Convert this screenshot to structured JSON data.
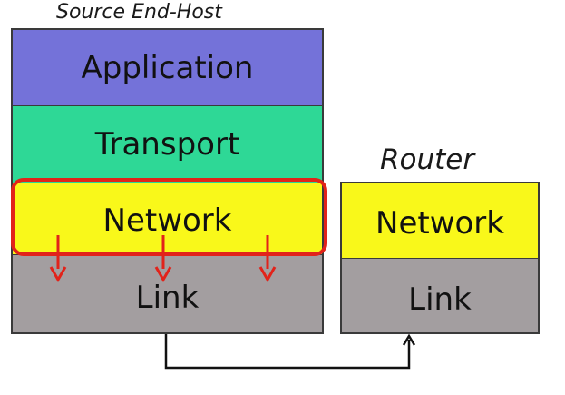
{
  "source_host": {
    "caption": "Source End-Host",
    "layers": {
      "application": "Application",
      "transport": "Transport",
      "network": "Network",
      "link": "Link"
    }
  },
  "router": {
    "caption": "Router",
    "layers": {
      "network": "Network",
      "link": "Link"
    }
  },
  "colors": {
    "application": "#7472d9",
    "transport": "#2ed896",
    "network": "#f9f81a",
    "link": "#a39ea0",
    "highlight": "#e2231a",
    "arrow_down": "#e2231a",
    "connector": "#111111"
  }
}
